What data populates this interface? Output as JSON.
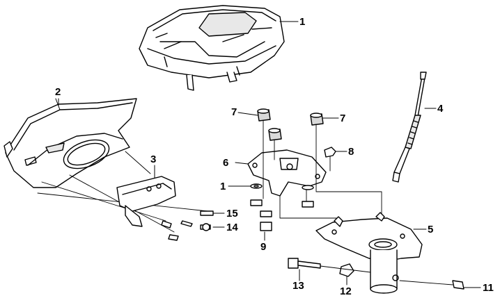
{
  "callouts": [
    {
      "id": "p1a",
      "label": "1"
    },
    {
      "id": "p1b",
      "label": "1"
    },
    {
      "id": "p2",
      "label": "2"
    },
    {
      "id": "p3",
      "label": "3"
    },
    {
      "id": "p4",
      "label": "4"
    },
    {
      "id": "p5",
      "label": "5"
    },
    {
      "id": "p6",
      "label": "6"
    },
    {
      "id": "p7a",
      "label": "7"
    },
    {
      "id": "p7b",
      "label": "7"
    },
    {
      "id": "p8",
      "label": "8"
    },
    {
      "id": "p9",
      "label": "9"
    },
    {
      "id": "p11",
      "label": "11"
    },
    {
      "id": "p12",
      "label": "12"
    },
    {
      "id": "p13",
      "label": "13"
    },
    {
      "id": "p14",
      "label": "14"
    },
    {
      "id": "p15",
      "label": "15"
    }
  ],
  "colors": {
    "line": "#000000",
    "fill": "#ffffff",
    "shade": "#d9d9d9"
  }
}
